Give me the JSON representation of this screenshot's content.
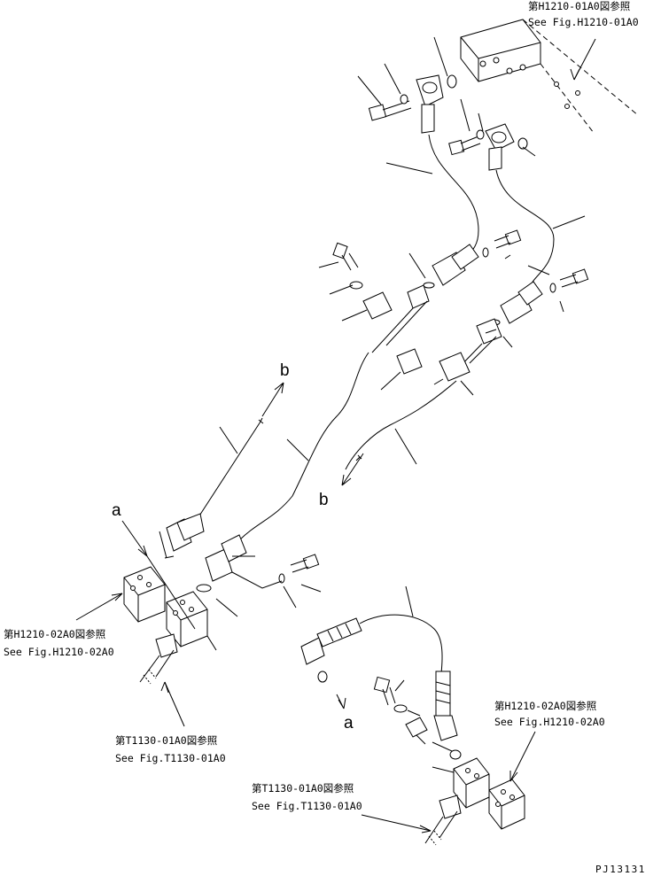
{
  "references": {
    "top_right_jp": "第H1210-01A0図参照",
    "top_right_en": "See Fig.H1210-01A0",
    "left_jp": "第H1210-02A0図参照",
    "left_en": "See Fig.H1210-02A0",
    "bottom_left_jp": "第T1130-01A0図参照",
    "bottom_left_en": "See Fig.T1130-01A0",
    "right_jp": "第H1210-02A0図参照",
    "right_en": "See Fig.H1210-02A0",
    "bottom_jp": "第T1130-01A0図参照",
    "bottom_en": "See Fig.T1130-01A0"
  },
  "connection_labels": {
    "b_upper": "b",
    "b_lower": "b",
    "a_upper": "a",
    "a_lower": "a"
  },
  "part_number": "PJ13131"
}
